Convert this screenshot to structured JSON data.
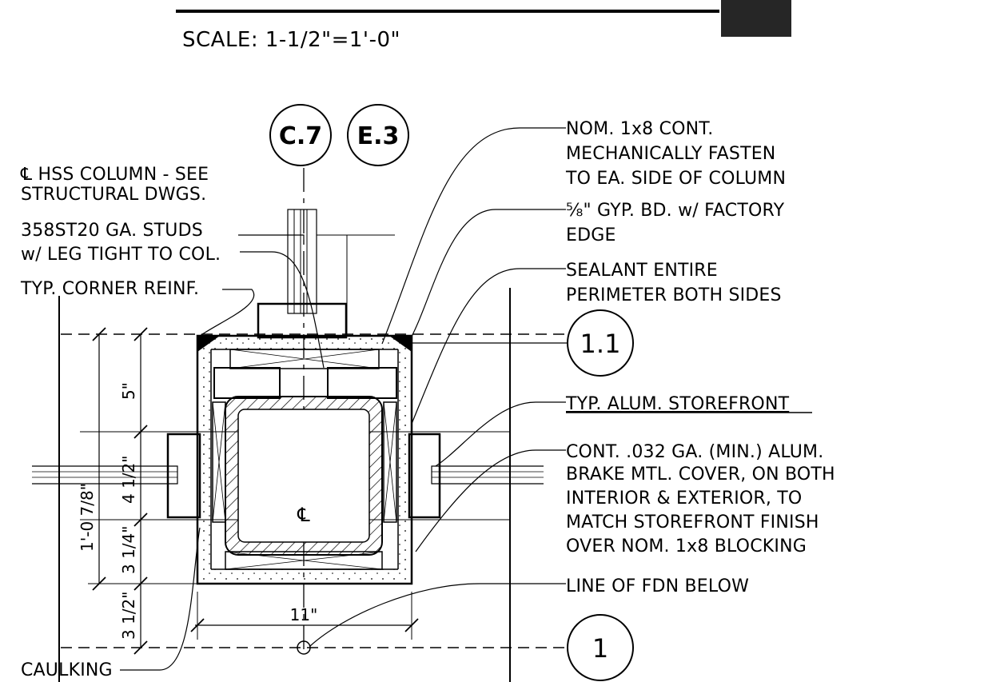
{
  "scale": "SCALE: 1-1/2\"=1'-0\"",
  "section_refs": [
    "C.7",
    "E.3"
  ],
  "grid_bubbles": [
    "1.1",
    "1"
  ],
  "notes_left": {
    "column": [
      "℄ HSS COLUMN - SEE",
      "STRUCTURAL DWGS."
    ],
    "studs": [
      "358ST20 GA. STUDS",
      "w/ LEG TIGHT TO COL."
    ],
    "corner": "TYP. CORNER REINF.",
    "caulking": "CAULKING"
  },
  "notes_right": {
    "blocking": [
      "NOM. 1x8 CONT.",
      "MECHANICALLY FASTEN",
      "TO EA. SIDE OF COLUMN"
    ],
    "gyp": [
      "⅝\" GYP. BD. w/ FACTORY",
      "EDGE"
    ],
    "sealant": [
      "SEALANT ENTIRE",
      "PERIMETER BOTH SIDES"
    ],
    "storefront": "TYP. ALUM. STOREFRONT",
    "cover": [
      "CONT. .032 GA. (MIN.) ALUM.",
      "BRAKE MTL. COVER, ON BOTH",
      "INTERIOR & EXTERIOR, TO",
      "MATCH STOREFRONT FINISH",
      "OVER NOM. 1x8 BLOCKING"
    ],
    "fdn": "LINE OF FDN BELOW"
  },
  "dimensions": {
    "overall": "1'-0 7/8\"",
    "d1": "5\"",
    "d2": "4 1/2\"",
    "d3": "3 1/4\"",
    "d4": "3 1/2\"",
    "width": "11\""
  },
  "centerline_mark": "℄"
}
